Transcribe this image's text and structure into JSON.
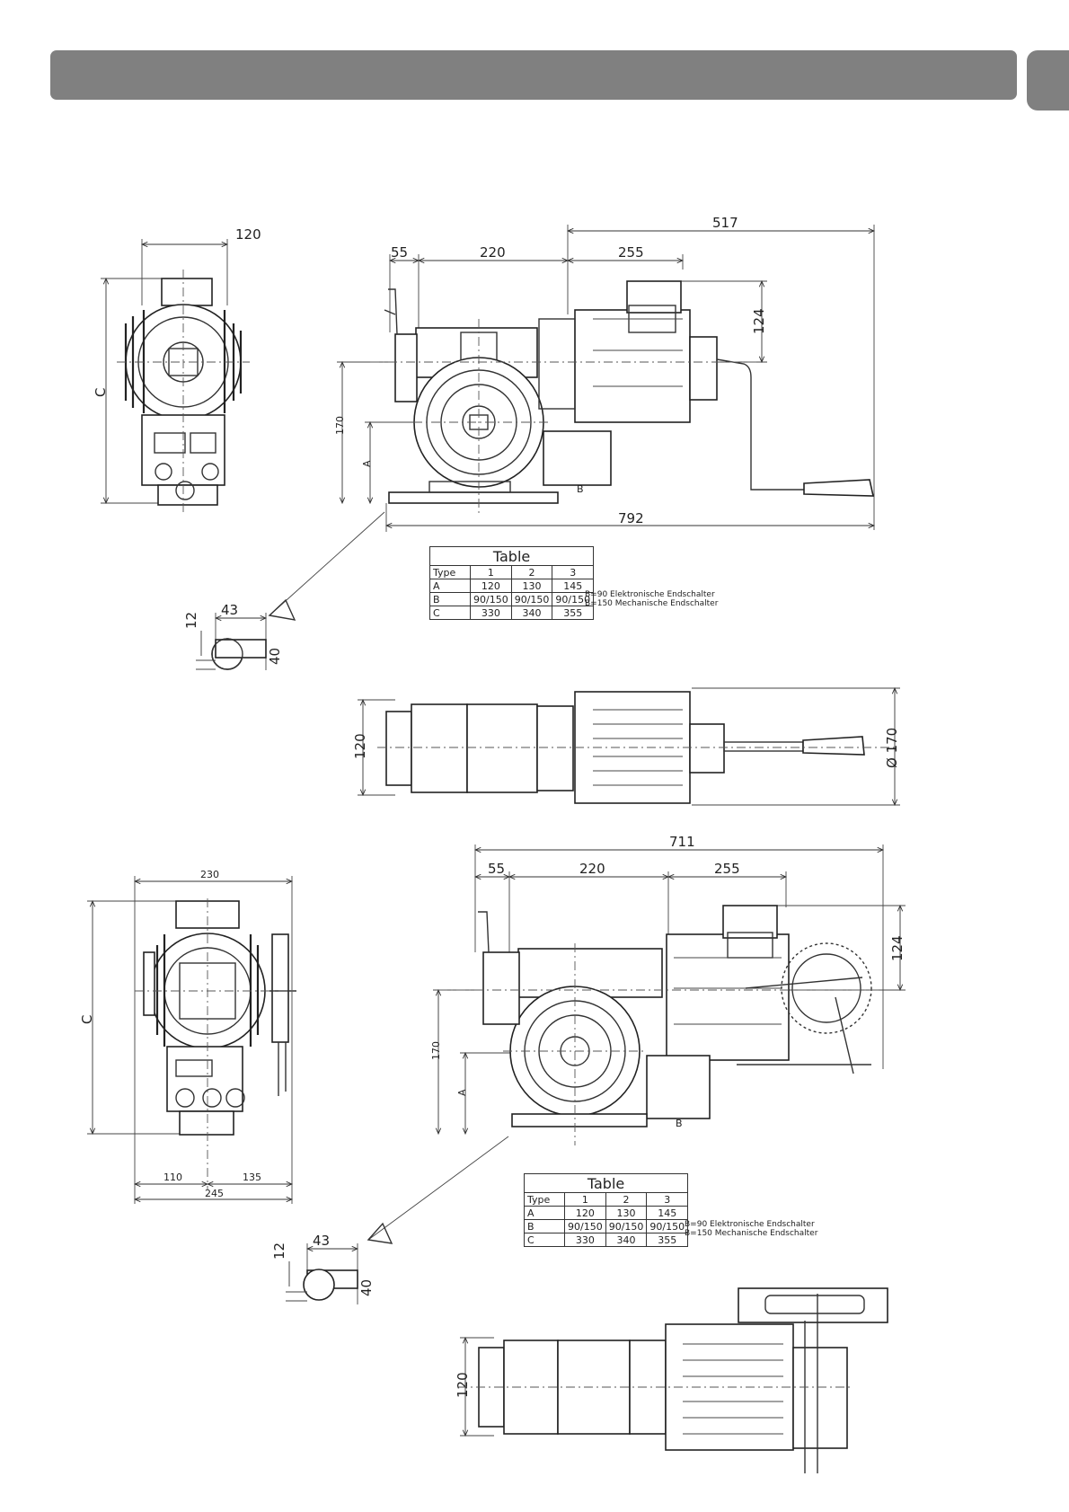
{
  "header": {
    "bar_color": "#808080"
  },
  "figure1": {
    "dims": {
      "top_width": "120",
      "left_height": "C",
      "d55": "55",
      "d220": "220",
      "d255": "255",
      "d517": "517",
      "d124": "124",
      "d170": "170",
      "dA": "A",
      "dB": "B",
      "d792": "792",
      "key_w": "43",
      "key_h": "12",
      "key_d": "40"
    },
    "table": {
      "title": "Table",
      "header": [
        "Type",
        "1",
        "2",
        "3"
      ],
      "rows": [
        [
          "A",
          "120",
          "130",
          "145"
        ],
        [
          "B",
          "90/150",
          "90/150",
          "90/150"
        ],
        [
          "C",
          "330",
          "340",
          "355"
        ]
      ]
    },
    "note_line1": "B=90 Elektronische Endschalter",
    "note_line2": "B=150 Mechanische Endschalter"
  },
  "figure2": {
    "dims": {
      "height": "120",
      "diameter": "Ø 170"
    }
  },
  "figure3": {
    "dims": {
      "d230": "230",
      "left_height": "C",
      "d110": "110",
      "d135": "135",
      "d245": "245",
      "d711": "711",
      "d55": "55",
      "d220": "220",
      "d255": "255",
      "d124": "124",
      "d170": "170",
      "dA": "A",
      "dB": "B",
      "key_w": "43",
      "key_h": "12",
      "key_d": "40"
    },
    "table": {
      "title": "Table",
      "header": [
        "Type",
        "1",
        "2",
        "3"
      ],
      "rows": [
        [
          "A",
          "120",
          "130",
          "145"
        ],
        [
          "B",
          "90/150",
          "90/150",
          "90/150"
        ],
        [
          "C",
          "330",
          "340",
          "355"
        ]
      ]
    },
    "note_line1": "B=90 Elektronische Endschalter",
    "note_line2": "B=150 Mechanische Endschalter"
  },
  "figure4": {
    "dims": {
      "height": "120"
    }
  }
}
